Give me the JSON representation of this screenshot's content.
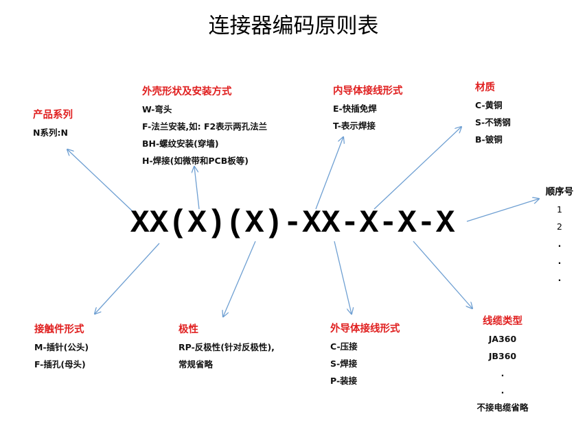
{
  "title": "连接器编码原则表",
  "code": "XX(X)(X)-XX-X-X-X",
  "colors": {
    "heading": "#e02020",
    "arrow": "#6e9fd2"
  },
  "product_series": {
    "heading": "产品系列",
    "items": [
      "N系列:N"
    ]
  },
  "shell_shape": {
    "heading": "外壳形状及安装方式",
    "items": [
      "W-弯头",
      "F-法兰安装,如: F2表示两孔法兰",
      "BH-螺纹安装(穿墙)",
      "H-焊接(如微带和PCB板等)"
    ]
  },
  "inner_conductor": {
    "heading": "内导体接线形式",
    "items": [
      "E-快插免焊",
      "T-表示焊接"
    ]
  },
  "material": {
    "heading": "材质",
    "items": [
      "C-黄铜",
      "S-不锈钢",
      "B-铍铜"
    ]
  },
  "sequence": {
    "heading": "顺序号",
    "items": [
      "1",
      "2",
      ".",
      ".",
      "."
    ]
  },
  "contact_form": {
    "heading": "接触件形式",
    "items": [
      "M-插针(公头)",
      "F-插孔(母头)"
    ]
  },
  "polarity": {
    "heading": "极性",
    "items": [
      "RP-反极性(针对反极性),",
      "常规省略"
    ]
  },
  "outer_conductor": {
    "heading": "外导体接线形式",
    "items": [
      "C-压接",
      "S-焊接",
      "P-装接"
    ]
  },
  "cable_type": {
    "heading": "线缆类型",
    "items": [
      "JA360",
      "JB360",
      ".",
      ".",
      "不接电缆省略"
    ]
  }
}
